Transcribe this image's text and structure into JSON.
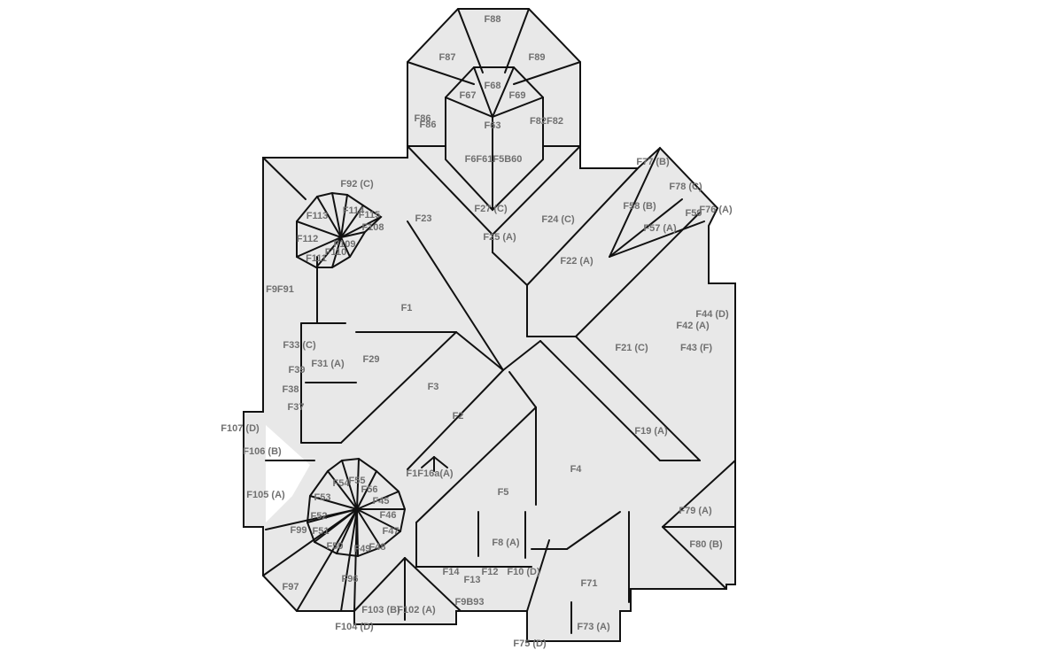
{
  "diagram": {
    "type": "roof-plan",
    "colors": {
      "roof_fill": "#e8e8e8",
      "edge": "#111111",
      "label": "#707070"
    },
    "labels": [
      "F88",
      "F87",
      "F89",
      "F68",
      "F67",
      "F69",
      "F86",
      "F86",
      "F82F82",
      "F63",
      "F6F61F5B60",
      "F77 (B)",
      "F78 (C)",
      "F58 (B)",
      "F59",
      "F76 (A)",
      "F57 (A)",
      "F24 (C)",
      "F27 (C)",
      "F25 (A)",
      "F22 (A)",
      "F23",
      "F92 (C)",
      "F114",
      "F115",
      "F113",
      "F108",
      "F112",
      "F109",
      "F110",
      "F111",
      "F9F91",
      "F1",
      "F44 (D)",
      "F42 (A)",
      "F43 (F)",
      "F21 (C)",
      "F33 (C)",
      "F31 (A)",
      "F29",
      "F39",
      "F38",
      "F37",
      "F3",
      "F2",
      "F107 (D)",
      "F106 (B)",
      "F19 (A)",
      "F4",
      "F105 (A)",
      "F1F16a(A)",
      "F5",
      "F54",
      "F55",
      "F56",
      "F53",
      "F45",
      "F52",
      "F46",
      "F99",
      "F51",
      "F47",
      "F8 (A)",
      "F50",
      "F49",
      "F48",
      "F14",
      "F13",
      "F12",
      "F10 (D)",
      "F79 (A)",
      "F80 (B)",
      "F96",
      "F97",
      "F71",
      "F103 (B)",
      "F102 (A)",
      "F9B93",
      "F104 (D)",
      "F73 (A)",
      "F75 (D)"
    ]
  }
}
